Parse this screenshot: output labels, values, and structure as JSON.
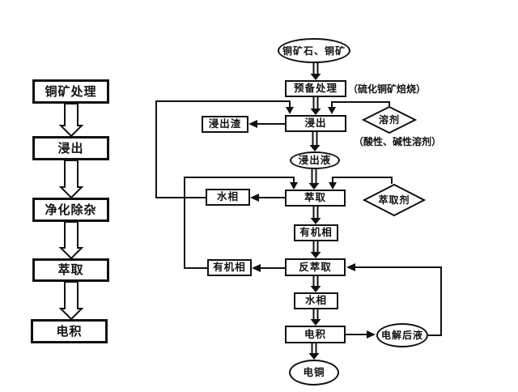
{
  "diagram": {
    "background": "#ffffff",
    "line_color": "#111111",
    "left_flow": {
      "steps": [
        {
          "label": "铜矿处理"
        },
        {
          "label": "浸出"
        },
        {
          "label": "净化除杂"
        },
        {
          "label": "萃取"
        },
        {
          "label": "电积"
        }
      ]
    },
    "main_flow": {
      "source": "铜矿石、铜矿",
      "pretreatment": "预备处理",
      "pretreatment_note": "（硫化铜矿焙烧）",
      "leaching": "浸出",
      "leach_residue": "浸出渣",
      "solvent": "溶剂",
      "solvent_note": "（酸性、碱性溶剂）",
      "leachate": "浸出液",
      "extraction": "萃取",
      "aqueous_phase_left": "水相",
      "extractant": "萃取剂",
      "organic_phase_mid": "有机相",
      "stripping": "反萃取",
      "organic_phase_left": "有机相",
      "aqueous_phase_mid": "水相",
      "electrowinning": "电积",
      "spent_electrolyte": "电解后液",
      "cathode_copper": "电铜"
    }
  }
}
